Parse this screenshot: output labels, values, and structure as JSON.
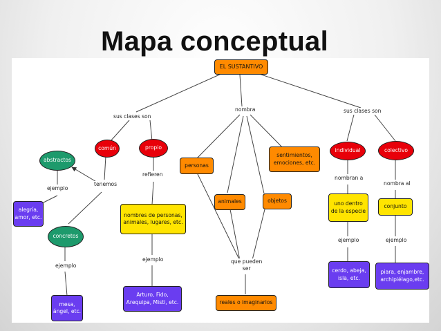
{
  "slide": {
    "title": "Mapa conceptual"
  },
  "diagram": {
    "root": "EL SUSTANTIVO",
    "links": {
      "sus_clases_son_left": "sus clases son",
      "nombra": "nombra",
      "sus_clases_son_right": "sus clases son",
      "ejemplo_abstractos": "ejemplo",
      "tenemos": "tenemos",
      "refieren": "refieren",
      "ejemplo_propio": "ejemplo",
      "ejemplo_concretos": "ejemplo",
      "que_pueden_ser_1": "que pueden",
      "que_pueden_ser_2": "ser",
      "nombran_a": "nombran a",
      "ejemplo_individual": "ejemplo",
      "nombra_al": "nombra al",
      "ejemplo_colectivo": "ejemplo"
    },
    "nodes": {
      "abstractos": "abstractos",
      "comun": "común",
      "propio": "propio",
      "individual": "individual",
      "colectivo": "colectivo",
      "personas": "personas",
      "animales": "animales",
      "objetos": "objetos",
      "sentimientos_1": "sentimientos,",
      "sentimientos_2": "emociones, etc.",
      "alegria_1": "alegría,",
      "alegria_2": "amor, etc.",
      "concretos": "concretos",
      "mesa_1": "mesa,",
      "mesa_2": "ángel, etc.",
      "nombres_personas_1": "nombres de personas,",
      "nombres_personas_2": "animales, lugares, etc.",
      "arturo_1": "Arturo, Fido,",
      "arturo_2": "Arequipa, Misti, etc.",
      "reales": "reales o imaginarios",
      "uno_dentro_1": "uno dentro",
      "uno_dentro_2": "de la especie",
      "cerdo_1": "cerdo, abeja,",
      "cerdo_2": "isla, etc.",
      "conjunto": "conjunto",
      "piara_1": "piara, enjambre,",
      "piara_2": "archipiélago,etc."
    }
  },
  "colors": {
    "orange": "#ff8a00",
    "yellow": "#ffe400",
    "purple": "#6a3df0",
    "red": "#e8000a",
    "green": "#1d9a6c"
  }
}
